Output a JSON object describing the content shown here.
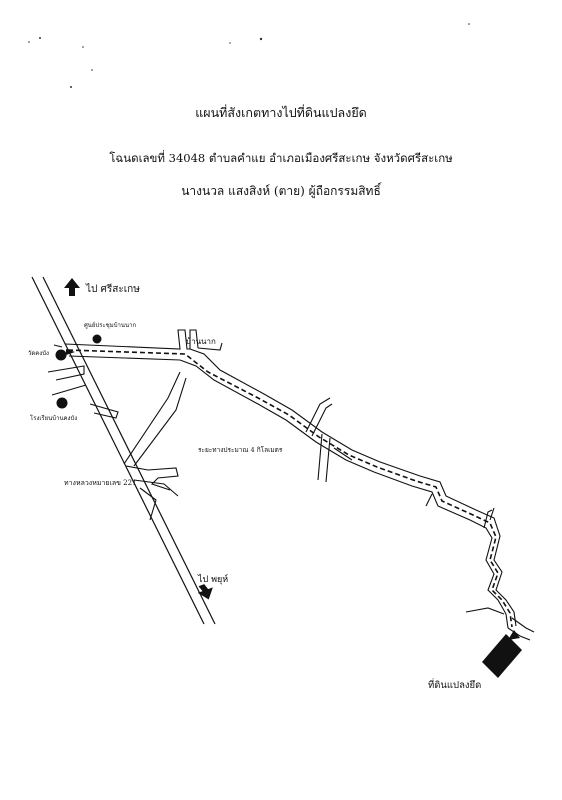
{
  "header": {
    "title": "แผนที่สังเกตทางไปที่ดินแปลงยึด",
    "deed_line": "โฉนดเลขที่ 34048 ตำบลคำแย อำเภอเมืองศรีสะเกษ จังหวัดศรีสะเกษ",
    "owner_line": "นางนวล แสงสิงห์ (ตาย) ผู้ถือกรรมสิทธิ์"
  },
  "map": {
    "labels": {
      "to_sisaket": "ไป ศรีสะเกษ",
      "health_center": "ศูนย์ประชุมบ้านนาก",
      "temple": "วัดคงบัง",
      "school": "โรงเรียนบ้านคงบัง",
      "village": "บ้านนาก",
      "distance": "ระยะทางประมาณ 4 กิโลเมตร",
      "highway": "ทางหลวงหมายเลข 221",
      "to_phayu": "ไป พยุห์",
      "parcel": "ที่ดินแปลงยึด"
    },
    "colors": {
      "ink": "#111111",
      "paper": "#ffffff"
    },
    "icons": [
      "arrow-north-icon",
      "arrow-south-icon",
      "landmark-dot-icon",
      "parcel-block-icon"
    ]
  }
}
